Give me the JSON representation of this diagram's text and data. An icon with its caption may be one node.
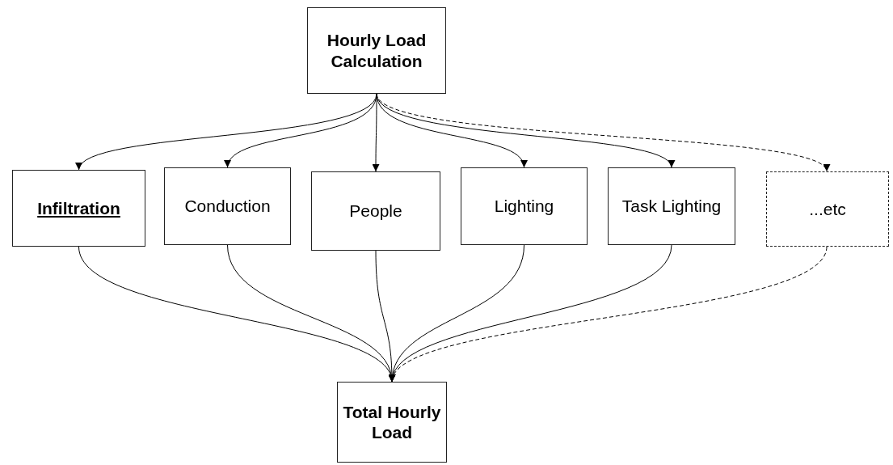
{
  "diagram": {
    "nodes": [
      {
        "text": [
          "Hourly Load Calculation"
        ]
      },
      {
        "text": [
          "Infiltration"
        ]
      },
      {
        "text": [
          "Conduction"
        ]
      },
      {
        "text": [
          "People"
        ]
      },
      {
        "text": [
          "Lighting"
        ]
      },
      {
        "text": [
          "Task Lighting"
        ]
      },
      {
        "text": [
          "...etc"
        ]
      },
      {
        "text": [
          "Total Hourly Load"
        ]
      }
    ],
    "edges": [
      {
        "from": 0,
        "to": 1,
        "arrow": "to"
      },
      {
        "from": 0,
        "to": 2,
        "arrow": "to"
      },
      {
        "from": 0,
        "to": 3,
        "arrow": "to"
      },
      {
        "from": 0,
        "to": 4,
        "arrow": "to"
      },
      {
        "from": 0,
        "to": 5,
        "arrow": "to"
      },
      {
        "from": 0,
        "to": 6,
        "arrow": "to",
        "style": "dashed"
      },
      {
        "from": 1,
        "to": 7,
        "arrow": "to"
      },
      {
        "from": 2,
        "to": 7,
        "arrow": "to"
      },
      {
        "from": 3,
        "to": 7,
        "arrow": "to"
      },
      {
        "from": 4,
        "to": 7,
        "arrow": "to"
      },
      {
        "from": 5,
        "to": 7,
        "arrow": "to"
      },
      {
        "from": 6,
        "to": 7,
        "arrow": "to",
        "style": "dashed"
      }
    ]
  }
}
